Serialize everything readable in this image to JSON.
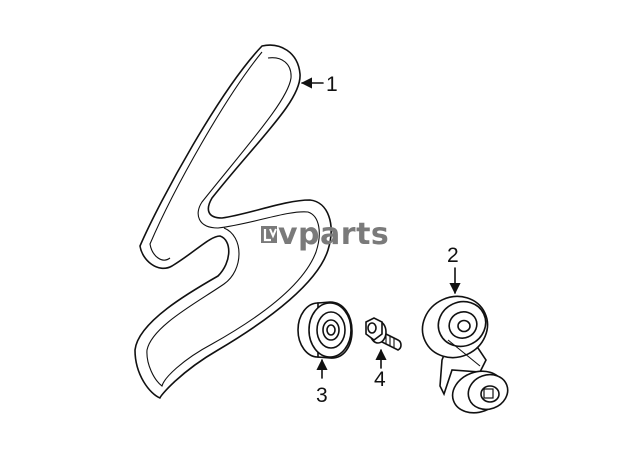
{
  "watermark": {
    "brand": "vparts",
    "logo": "lv-logo-icon"
  },
  "callouts": [
    {
      "number": "1",
      "part": "belt"
    },
    {
      "number": "2",
      "part": "tensioner"
    },
    {
      "number": "3",
      "part": "idler-pulley"
    },
    {
      "number": "4",
      "part": "bolt"
    }
  ]
}
